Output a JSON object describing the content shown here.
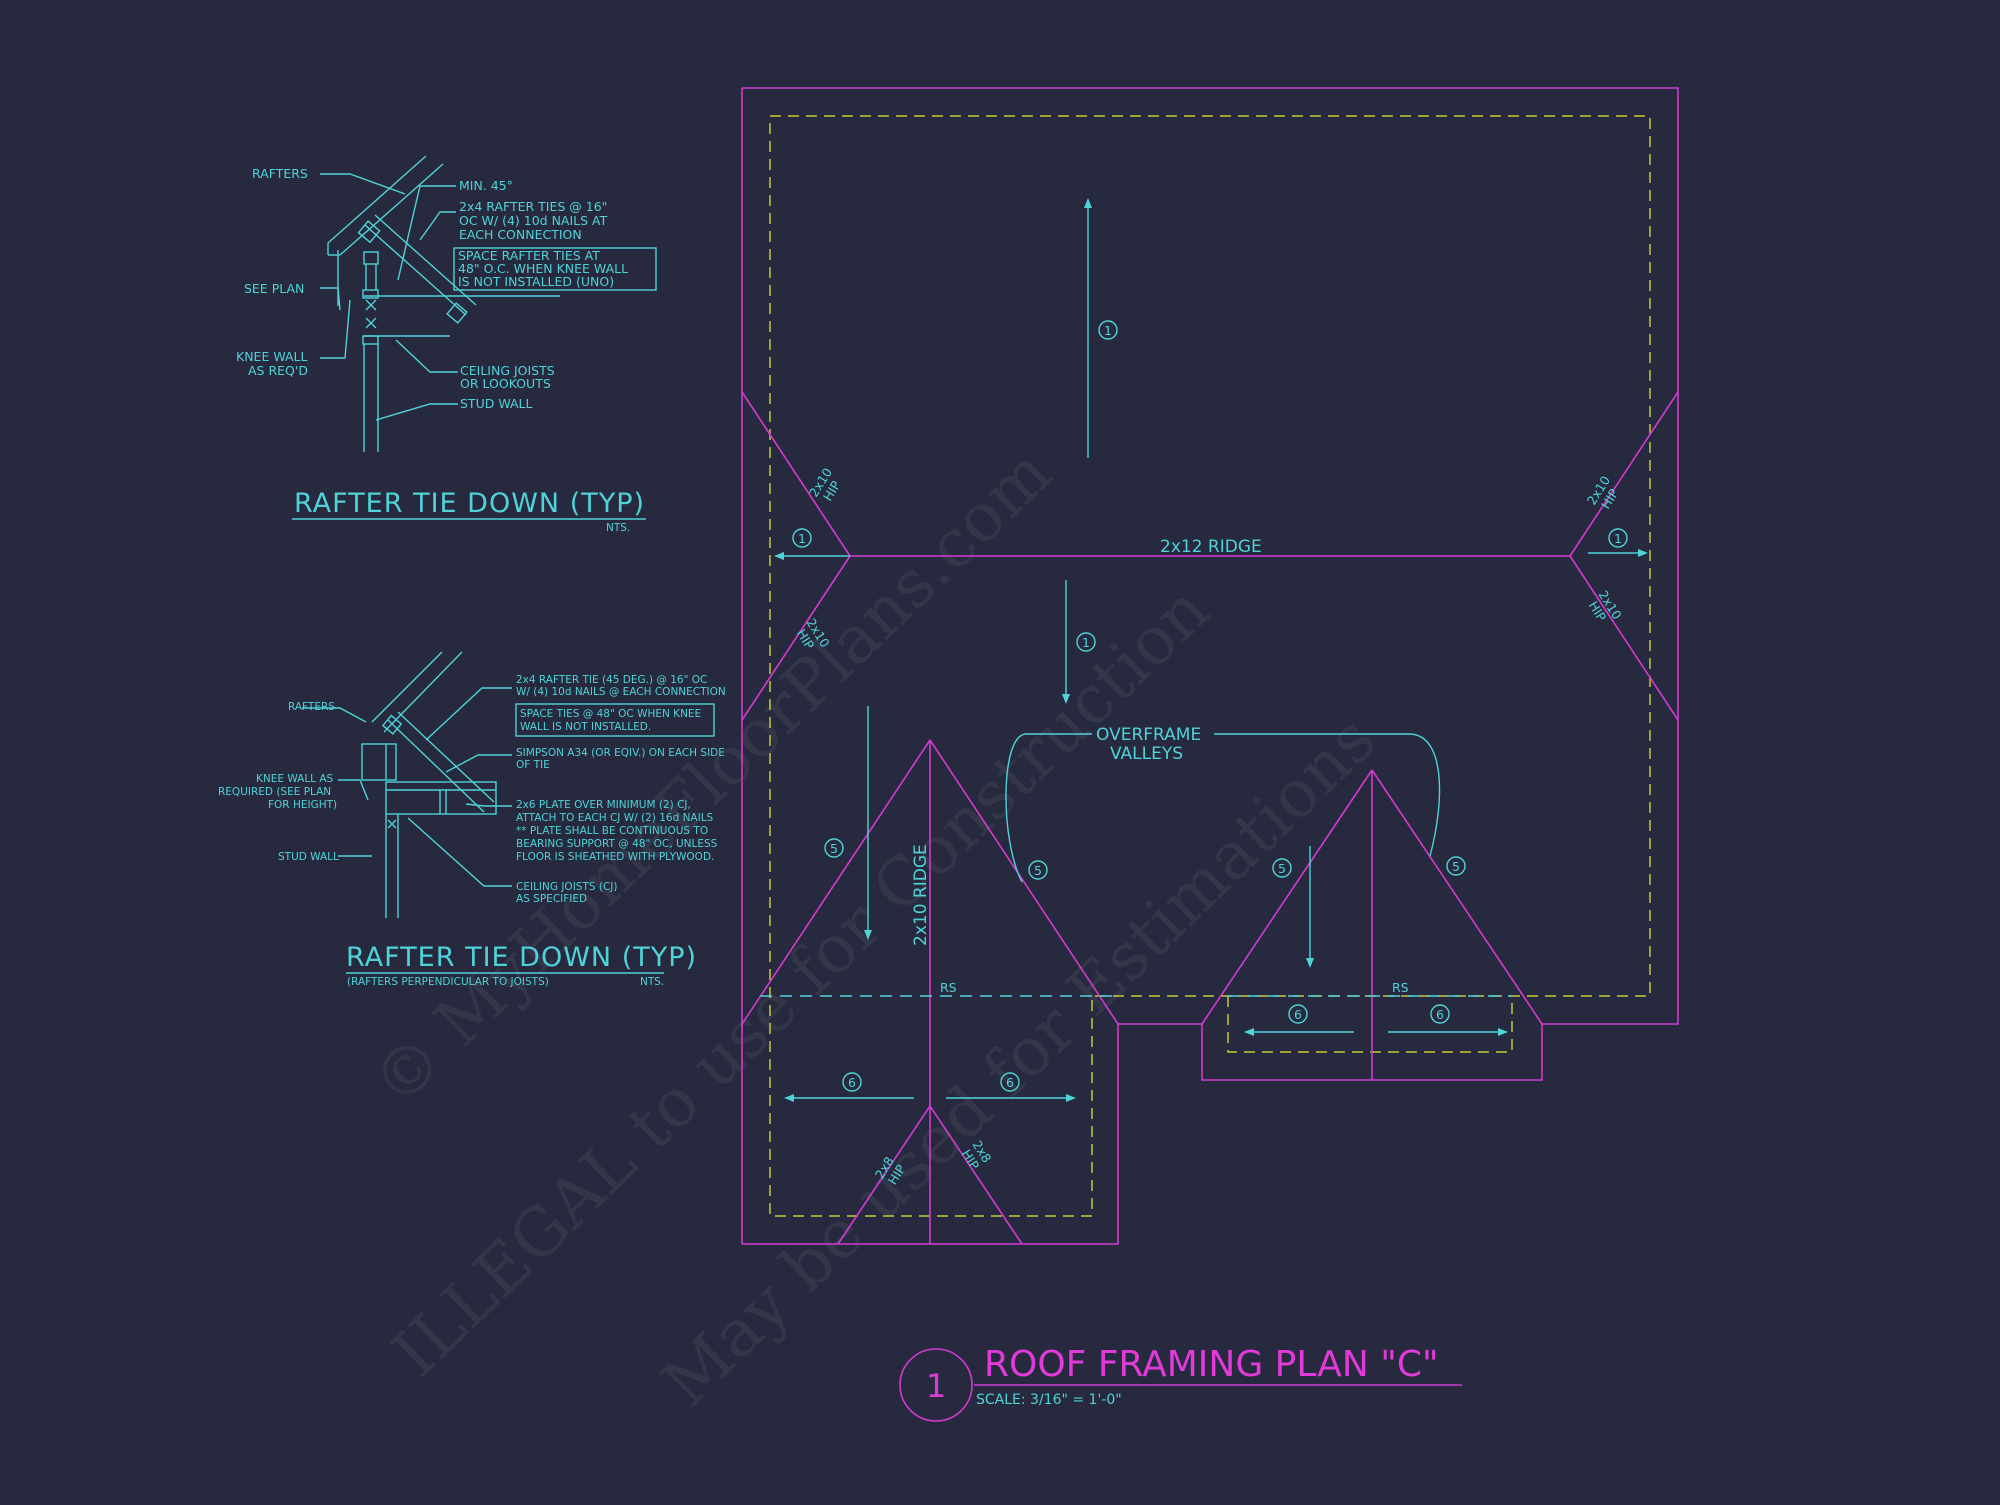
{
  "detail_1": {
    "labels": {
      "rafters": "RAFTERS",
      "see_plan": "SEE PLAN",
      "knee_wall_1": "KNEE WALL",
      "knee_wall_2": "AS REQ'D",
      "min_45": "MIN. 45°",
      "ties_1": "2x4 RAFTER TIES @ 16\"",
      "ties_2": "OC W/ (4) 10d NAILS AT",
      "ties_3": "EACH CONNECTION",
      "space_1": "SPACE RAFTER TIES AT",
      "space_2": "48\" O.C. WHEN KNEE WALL",
      "space_3": "IS NOT INSTALLED (UNO)",
      "joists_1": "CEILING JOISTS",
      "joists_2": "OR LOOKOUTS",
      "stud_wall": "STUD WALL"
    },
    "title": "RAFTER TIE DOWN (TYP)",
    "scale": "NTS."
  },
  "detail_2": {
    "labels": {
      "rafters": "RAFTERS",
      "knee_1": "KNEE WALL AS",
      "knee_2": "REQUIRED (SEE PLAN",
      "knee_3": "FOR HEIGHT)",
      "stud_wall": "STUD WALL",
      "tie_1": "2x4 RAFTER TIE (45 DEG.) @ 16\" OC",
      "tie_2": "W/ (4) 10d NAILS @ EACH CONNECTION",
      "space_1": "SPACE TIES @ 48\" OC WHEN KNEE",
      "space_2": "WALL IS NOT INSTALLED.",
      "simpson_1": "SIMPSON A34 (OR EQIV.) ON EACH SIDE",
      "simpson_2": "OF TIE",
      "plate_1": "2x6 PLATE OVER MINIMUM (2) CJ,",
      "plate_2": "ATTACH TO EACH CJ W/ (2) 16d NAILS",
      "plate_3": "** PLATE SHALL BE CONTINUOUS TO",
      "plate_4": "BEARING SUPPORT @ 48\" OC, UNLESS",
      "plate_5": "FLOOR IS SHEATHED WITH PLYWOOD.",
      "cj_1": "CEILING JOISTS (CJ)",
      "cj_2": "AS SPECIFIED"
    },
    "title": "RAFTER TIE DOWN (TYP)",
    "subtitle": "(RAFTERS PERPENDICULAR TO JOISTS)",
    "scale": "NTS."
  },
  "plan": {
    "ridge_label": "2x12 RIDGE",
    "ridge_label_2": "2x10 RIDGE",
    "hip_2x10": "2x10",
    "hip_2x8": "2x8",
    "hip_word": "HIP",
    "overframe_1": "OVERFRAME",
    "overframe_2": "VALLEYS",
    "rs_label": "RS",
    "tag_1": "1",
    "tag_5": "5",
    "tag_6": "6"
  },
  "title_block": {
    "number": "1",
    "title": "ROOF FRAMING PLAN \"C\"",
    "scale": "SCALE: 3/16\" = 1'-0\""
  },
  "watermark": {
    "line_1": "© MyHomeFloorPlans.com",
    "line_2": "ILLEGAL to use for Construction",
    "line_3": "May be used for Estimations"
  },
  "colors": {
    "background": "#272a3e",
    "cyan": "#4fd3d8",
    "magenta": "#e23ad8",
    "yellow": "#c9c83a"
  }
}
